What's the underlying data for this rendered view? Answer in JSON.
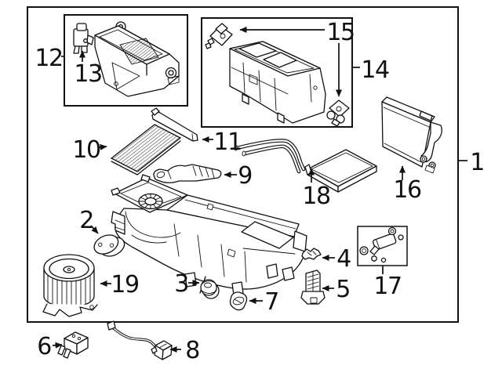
{
  "figure": {
    "type": "exploded-parts-diagram",
    "background": "#ffffff",
    "line_color": "#111111"
  },
  "callouts": {
    "c1": "1",
    "c2": "2",
    "c3": "3",
    "c4": "4",
    "c5": "5",
    "c6": "6",
    "c7": "7",
    "c8": "8",
    "c9": "9",
    "c10": "10",
    "c11": "11",
    "c12": "12",
    "c13": "13",
    "c14": "14",
    "c15": "15",
    "c16": "16",
    "c17": "17",
    "c18": "18",
    "c19": "19"
  }
}
